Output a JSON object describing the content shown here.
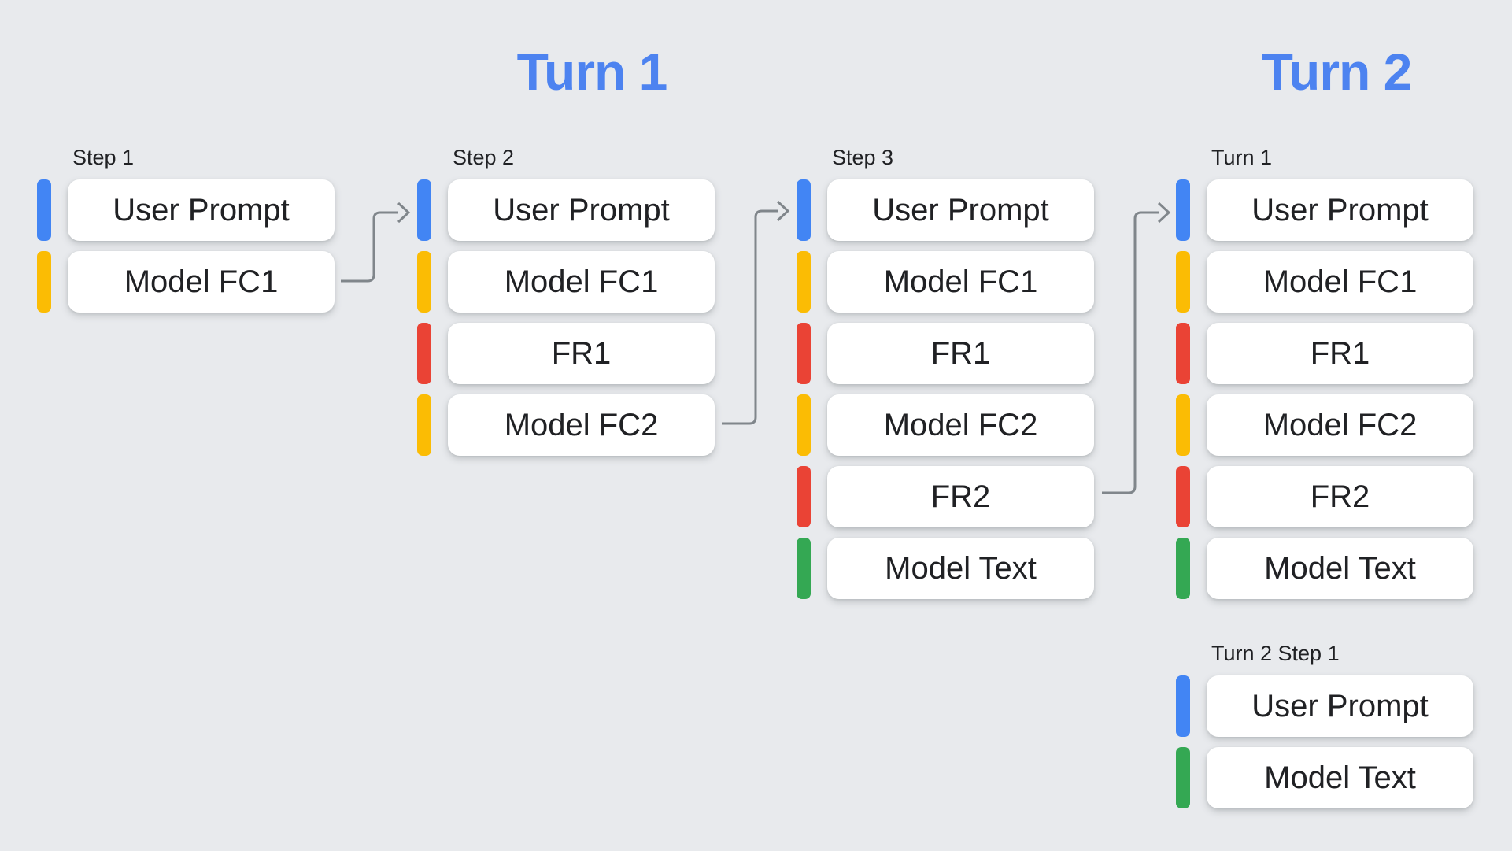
{
  "page": {
    "background": "#e8eaed"
  },
  "titles": {
    "turn1": "Turn 1",
    "turn2": "Turn 2",
    "color": "#4d83f0"
  },
  "colors": {
    "blue": "#4285f4",
    "yellow": "#fbbc04",
    "red": "#ea4335",
    "green": "#34a853",
    "arrow": "#80868b",
    "card_bg": "#ffffff",
    "text": "#202124",
    "background": "#e8eaed"
  },
  "columns": [
    {
      "id": "step1",
      "label": "Step 1",
      "items": [
        {
          "text": "User Prompt",
          "color": "blue"
        },
        {
          "text": "Model FC1",
          "color": "yellow"
        }
      ]
    },
    {
      "id": "step2",
      "label": "Step 2",
      "items": [
        {
          "text": "User Prompt",
          "color": "blue"
        },
        {
          "text": "Model FC1",
          "color": "yellow"
        },
        {
          "text": "FR1",
          "color": "red"
        },
        {
          "text": "Model FC2",
          "color": "yellow"
        }
      ]
    },
    {
      "id": "step3",
      "label": "Step 3",
      "items": [
        {
          "text": "User Prompt",
          "color": "blue"
        },
        {
          "text": "Model FC1",
          "color": "yellow"
        },
        {
          "text": "FR1",
          "color": "red"
        },
        {
          "text": "Model FC2",
          "color": "yellow"
        },
        {
          "text": "FR2",
          "color": "red"
        },
        {
          "text": "Model Text",
          "color": "green"
        }
      ]
    },
    {
      "id": "turn1",
      "label": "Turn 1",
      "items": [
        {
          "text": "User Prompt",
          "color": "blue"
        },
        {
          "text": "Model FC1",
          "color": "yellow"
        },
        {
          "text": "FR1",
          "color": "red"
        },
        {
          "text": "Model FC2",
          "color": "yellow"
        },
        {
          "text": "FR2",
          "color": "red"
        },
        {
          "text": "Model Text",
          "color": "green"
        }
      ]
    },
    {
      "id": "turn2step1",
      "label": "Turn 2 Step 1",
      "items": [
        {
          "text": "User Prompt",
          "color": "blue"
        },
        {
          "text": "Model Text",
          "color": "green"
        }
      ]
    }
  ],
  "arrows": [
    {
      "from": "Step 1 / Model FC1",
      "to": "Step 2 / User Prompt"
    },
    {
      "from": "Step 2 / Model FC2",
      "to": "Step 3 / User Prompt"
    },
    {
      "from": "Step 3 / FR2",
      "to": "Turn 1 / User Prompt"
    }
  ]
}
